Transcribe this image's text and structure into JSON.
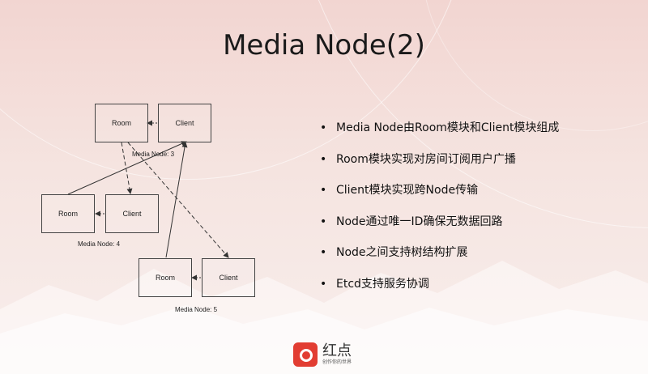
{
  "slide": {
    "title": "Media Node(2)"
  },
  "diagram": {
    "nodes": [
      {
        "room_label": "Room",
        "client_label": "Client",
        "node_label": "Media Node: 3"
      },
      {
        "room_label": "Room",
        "client_label": "Client",
        "node_label": "Media Node: 4"
      },
      {
        "room_label": "Room",
        "client_label": "Client",
        "node_label": "Media Node: 5"
      }
    ]
  },
  "bullets": [
    "Media Node由Room模块和Client模块组成",
    "Room模块实现对房间订阅用户广播",
    "Client模块实现跨Node传输",
    "Node通过唯一ID确保无数据回路",
    "Node之间支持树结构扩展",
    "Etcd支持服务协调"
  ],
  "logo": {
    "name": "红点",
    "tagline": "创作你的世界"
  },
  "colors": {
    "logo_red": "#e23d32",
    "background_pink": "#f2d5d1"
  }
}
